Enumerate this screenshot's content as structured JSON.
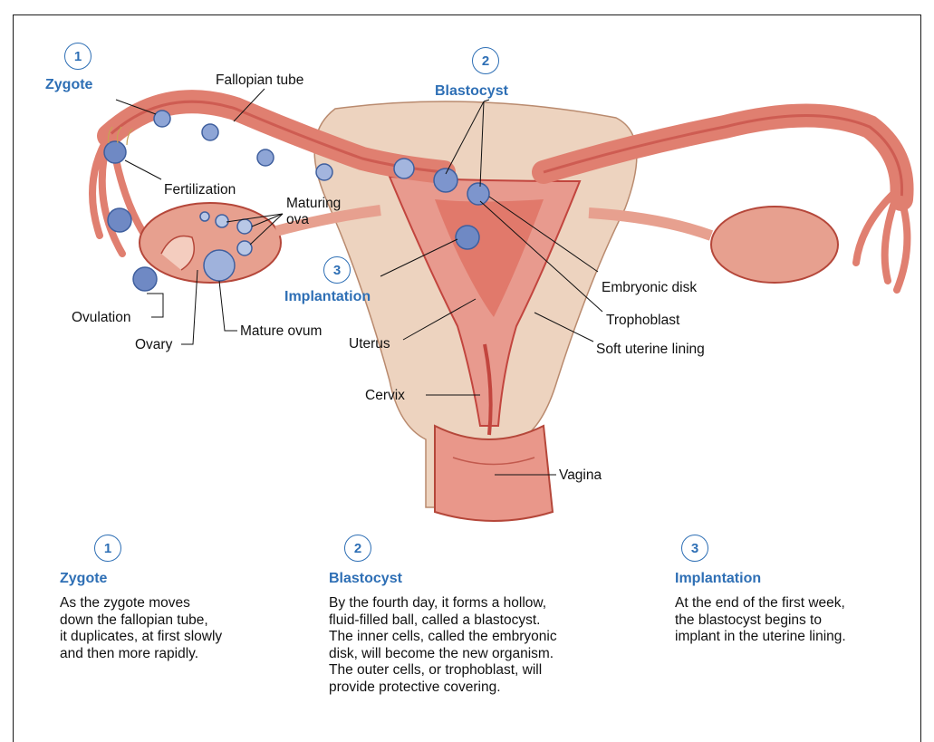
{
  "diagram": {
    "labels": {
      "fallopian_tube": "Fallopian tube",
      "fertilization": "Fertilization",
      "maturing_ova_line1": "Maturing",
      "maturing_ova_line2": "ova",
      "ovulation": "Ovulation",
      "ovary": "Ovary",
      "mature_ovum": "Mature ovum",
      "uterus": "Uterus",
      "cervix": "Cervix",
      "vagina": "Vagina",
      "embryonic_disk": "Embryonic disk",
      "trophoblast": "Trophoblast",
      "soft_uterine_lining": "Soft uterine lining"
    },
    "callouts": [
      {
        "number": "1",
        "title": "Zygote"
      },
      {
        "number": "2",
        "title": "Blastocyst"
      },
      {
        "number": "3",
        "title": "Implantation"
      }
    ]
  },
  "steps": [
    {
      "number": "1",
      "title": "Zygote",
      "lines": [
        "As the zygote moves",
        "down the fallopian tube,",
        "it duplicates, at first slowly",
        "and then more rapidly."
      ]
    },
    {
      "number": "2",
      "title": "Blastocyst",
      "lines": [
        "By the fourth day, it forms a hollow,",
        "fluid-filled ball, called a blastocyst.",
        "The inner cells, called the embryonic",
        "disk, will become the new organism.",
        "The outer cells, or trophoblast, will",
        "provide protective covering."
      ]
    },
    {
      "number": "3",
      "title": "Implantation",
      "lines": [
        "At the end of the first week,",
        "the blastocyst begins to",
        "implant in the uterine lining."
      ]
    }
  ],
  "colors": {
    "accent_blue": "#2e6fb5",
    "tissue_pink": "#e58d7d",
    "tissue_outline": "#b5473a",
    "lining_red": "#d3504a",
    "cervix_tan": "#edd3bf",
    "cell_blue": "#6f89c4"
  }
}
